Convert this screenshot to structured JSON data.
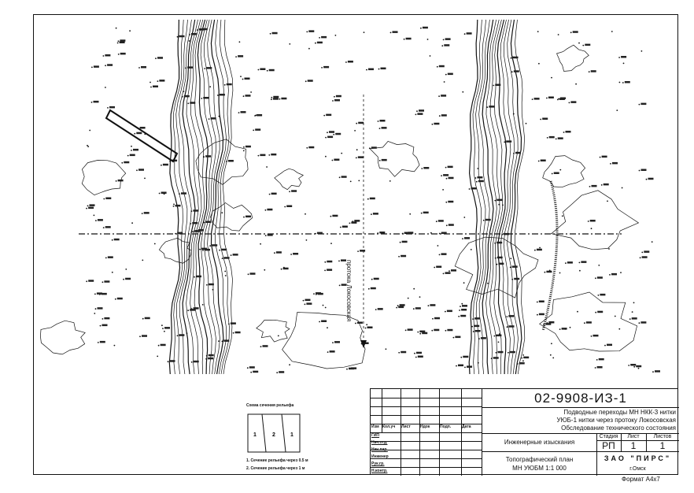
{
  "drawing": {
    "river_label": "протока Локосовская",
    "format_label": "Формат А4х7"
  },
  "legend": {
    "title": "Схема сечения рельефа",
    "zones": [
      "1",
      "2",
      "1"
    ],
    "notes": [
      "1. Сечение рельефа через 0.5 м",
      "2. Сечение рельефа через 1 м"
    ]
  },
  "title_block": {
    "doc_number": "02-9908-ИЗ-1",
    "project_lines": [
      "Подводные переходы МН НКК-3 нитки",
      "УЮБ-1 нитки через протоку Локосовская",
      "Обследование технического состояния"
    ],
    "revision_headers": [
      "Изм",
      "Кол.уч",
      "Лист",
      "Ндок",
      "Подп.",
      "Дата"
    ],
    "roles": [
      "ГИП",
      "Нач.отд.",
      "Нач.пар.",
      "Инженер",
      "Рук.гр.",
      "Н.контр."
    ],
    "section": "Инженерные изыскания",
    "stage_header": "Стадия",
    "sheet_header": "Лист",
    "sheets_header": "Листов",
    "stage": "РП",
    "sheet": "1",
    "sheets": "1",
    "drawing_title_lines": [
      "Топографический план",
      "МН УЮБМ 1:1 000"
    ],
    "company": "ЗАО \"ПИРС\"",
    "city": "г.Омск"
  }
}
